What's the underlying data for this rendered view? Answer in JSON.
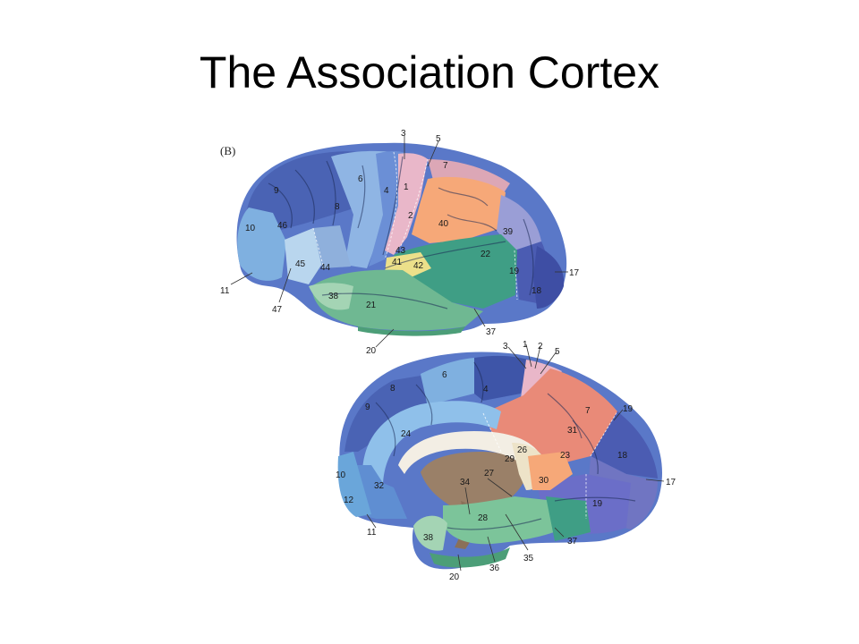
{
  "title": "The Association Cortex",
  "figure_label": "(B)",
  "lateral": {
    "labels": [
      "3",
      "5",
      "7",
      "1",
      "6",
      "4",
      "9",
      "8",
      "2",
      "40",
      "46",
      "10",
      "39",
      "43",
      "41",
      "42",
      "22",
      "45",
      "44",
      "19",
      "17",
      "11",
      "38",
      "18",
      "47",
      "21",
      "37",
      "20"
    ]
  },
  "medial": {
    "labels": [
      "3",
      "1",
      "2",
      "5",
      "6",
      "8",
      "4",
      "9",
      "7",
      "19",
      "24",
      "31",
      "26",
      "29",
      "23",
      "18",
      "10",
      "32",
      "27",
      "34",
      "30",
      "17",
      "12",
      "19",
      "28",
      "11",
      "38",
      "37",
      "35",
      "36",
      "20"
    ]
  },
  "colors": {
    "dark_blue": "#3e55a8",
    "mid_blue": "#5a78c8",
    "light_blue": "#7fb0e0",
    "pale_blue": "#b9d6ee",
    "orange": "#f6a878",
    "pink": "#e9b7c9",
    "salmon": "#e98a78",
    "green": "#3f9e85",
    "light_green": "#7cc49a",
    "yellow": "#ece08a",
    "brown": "#9a8068"
  }
}
